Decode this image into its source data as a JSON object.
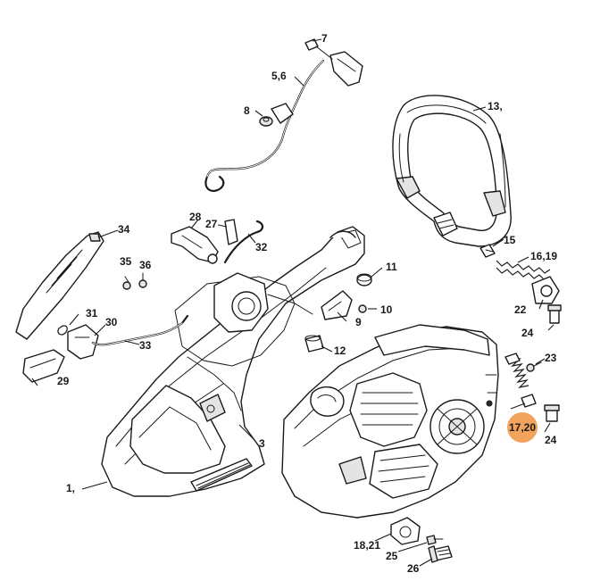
{
  "labels": {
    "l1": "1,",
    "l3": "3",
    "l5_6": "5,6",
    "l7": "7",
    "l8": "8",
    "l9": "9",
    "l10": "10",
    "l11": "11",
    "l12": "12",
    "l13": "13,",
    "l15": "15",
    "l16_19": "16,19",
    "l17_20": "17,20",
    "l18_21": "18,21",
    "l22": "22",
    "l23": "23",
    "l24a": "24",
    "l24b": "24",
    "l25": "25",
    "l26": "26",
    "l27": "27",
    "l28": "28",
    "l29": "29",
    "l30": "30",
    "l31": "31",
    "l32": "32",
    "l33": "33",
    "l34": "34",
    "l35": "35",
    "l36": "36"
  },
  "colors": {
    "highlight": "#f2a35c",
    "line": "#1a1a1a",
    "background": "#ffffff"
  }
}
